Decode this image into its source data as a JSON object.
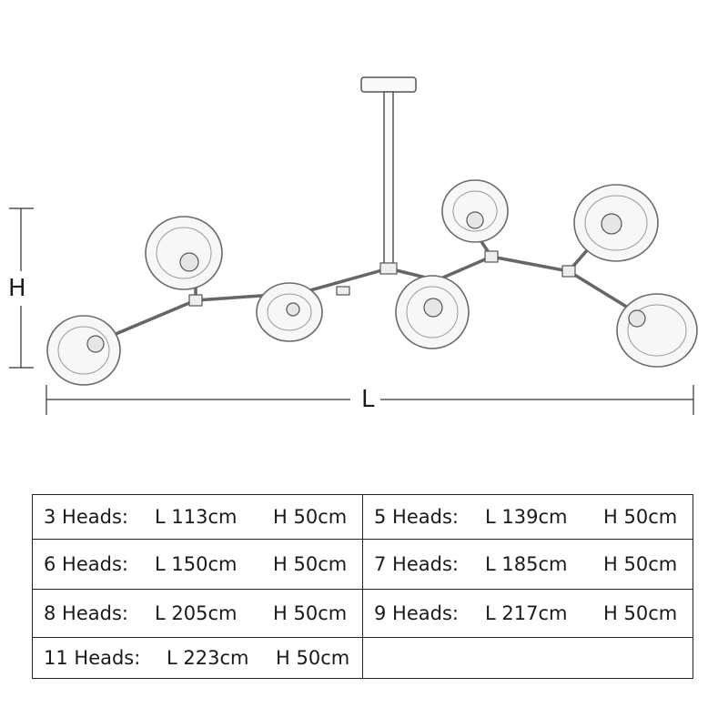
{
  "dimensions": {
    "height_label": "H",
    "length_label": "L"
  },
  "lamp": {
    "heads_drawn": 7,
    "icon": "branching-chandelier-lamp-icon"
  },
  "spec_table": {
    "rows": [
      [
        {
          "heads": "3 Heads:",
          "length": "L 113cm",
          "height": "H 50cm"
        },
        {
          "heads": "5 Heads:",
          "length": "L 139cm",
          "height": "H 50cm"
        }
      ],
      [
        {
          "heads": "6 Heads:",
          "length": "L 150cm",
          "height": "H 50cm"
        },
        {
          "heads": "7 Heads:",
          "length": "L 185cm",
          "height": "H 50cm"
        }
      ],
      [
        {
          "heads": "8 Heads:",
          "length": "L 205cm",
          "height": "H 50cm"
        },
        {
          "heads": "9 Heads:",
          "length": "L 217cm",
          "height": "H 50cm"
        }
      ],
      [
        {
          "heads": "11 Heads:",
          "length": "L 223cm",
          "height": "H 50cm"
        },
        {
          "heads": "",
          "length": "",
          "height": ""
        }
      ]
    ]
  }
}
